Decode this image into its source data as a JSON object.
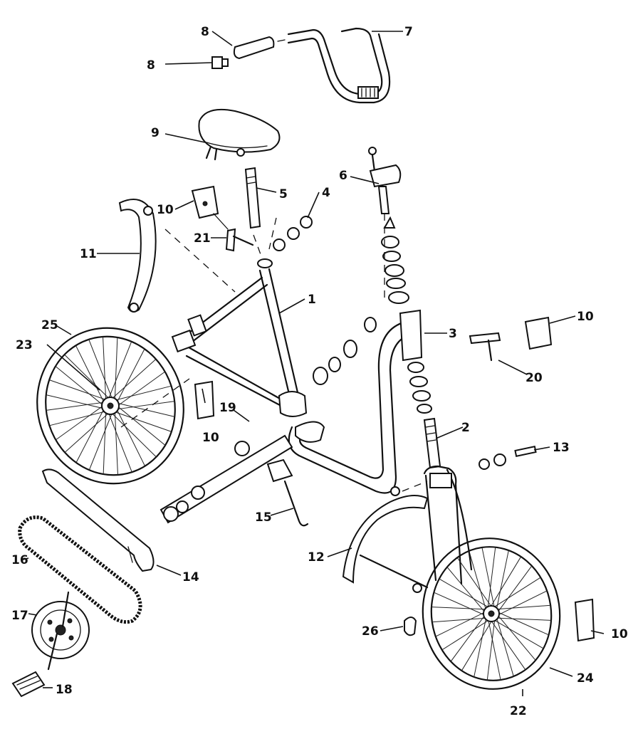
{
  "callouts": [
    {
      "id": "c1",
      "text": "1"
    },
    {
      "id": "c2",
      "text": "2"
    },
    {
      "id": "c3",
      "text": "3"
    },
    {
      "id": "c4",
      "text": "4"
    },
    {
      "id": "c5",
      "text": "5"
    },
    {
      "id": "c6",
      "text": "6"
    },
    {
      "id": "c7",
      "text": "7"
    },
    {
      "id": "c8a",
      "text": "8"
    },
    {
      "id": "c8b",
      "text": "8"
    },
    {
      "id": "c9",
      "text": "9"
    },
    {
      "id": "c10a",
      "text": "10"
    },
    {
      "id": "c10b",
      "text": "10"
    },
    {
      "id": "c10c",
      "text": "10"
    },
    {
      "id": "c10d",
      "text": "10"
    },
    {
      "id": "c11",
      "text": "11"
    },
    {
      "id": "c12",
      "text": "12"
    },
    {
      "id": "c13",
      "text": "13"
    },
    {
      "id": "c14",
      "text": "14"
    },
    {
      "id": "c15",
      "text": "15"
    },
    {
      "id": "c16",
      "text": "16"
    },
    {
      "id": "c17",
      "text": "17"
    },
    {
      "id": "c18",
      "text": "18"
    },
    {
      "id": "c19",
      "text": "19"
    },
    {
      "id": "c20",
      "text": "20"
    },
    {
      "id": "c21",
      "text": "21"
    },
    {
      "id": "c22",
      "text": "22"
    },
    {
      "id": "c23",
      "text": "23"
    },
    {
      "id": "c24",
      "text": "24"
    },
    {
      "id": "c25",
      "text": "25"
    },
    {
      "id": "c26",
      "text": "26"
    }
  ]
}
